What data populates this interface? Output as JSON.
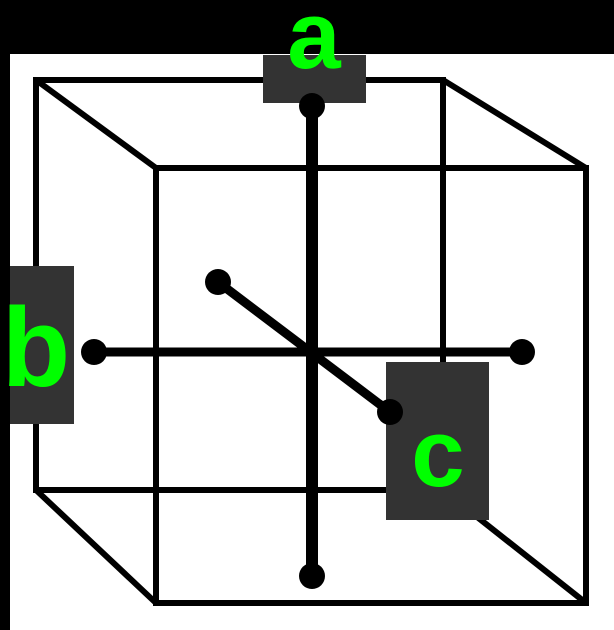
{
  "colors": {
    "background": "#000000",
    "panel": "#ffffff",
    "line": "#000000",
    "label_box": "#333333",
    "label_text": "#00ff00"
  },
  "labels": {
    "a": "a",
    "b": "b",
    "c": "c"
  }
}
